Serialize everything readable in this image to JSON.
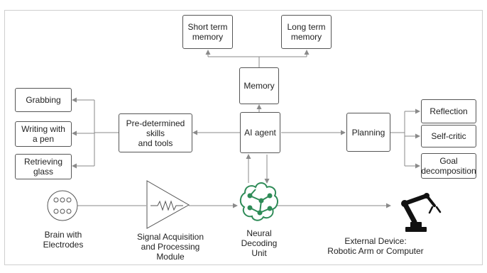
{
  "boxes": {
    "short_term": "Short term\nmemory",
    "long_term": "Long term\nmemory",
    "memory": "Memory",
    "grabbing": "Grabbing",
    "writing": "Writing with\na pen",
    "retrieving": "Retrieving\nglass",
    "skills": "Pre-determined\nskills\nand tools",
    "ai_agent": "AI agent",
    "planning": "Planning",
    "reflection": "Reflection",
    "self_critic": "Self-critic",
    "goal": "Goal\ndecomposition"
  },
  "labels": {
    "brain": "Brain with\nElectrodes",
    "signal": "Signal Acquisition\nand Processing\nModule",
    "neural": "Neural\nDecoding\nUnit",
    "external": "External Device:\nRobotic Arm or Computer"
  },
  "colors": {
    "line": "#8a8a8a",
    "box_border": "#555555",
    "neural_icon": "#2e8b57",
    "robot": "#111111"
  },
  "icons": [
    "brain-electrodes-icon",
    "signal-amplifier-icon",
    "neural-network-icon",
    "robotic-arm-icon"
  ]
}
